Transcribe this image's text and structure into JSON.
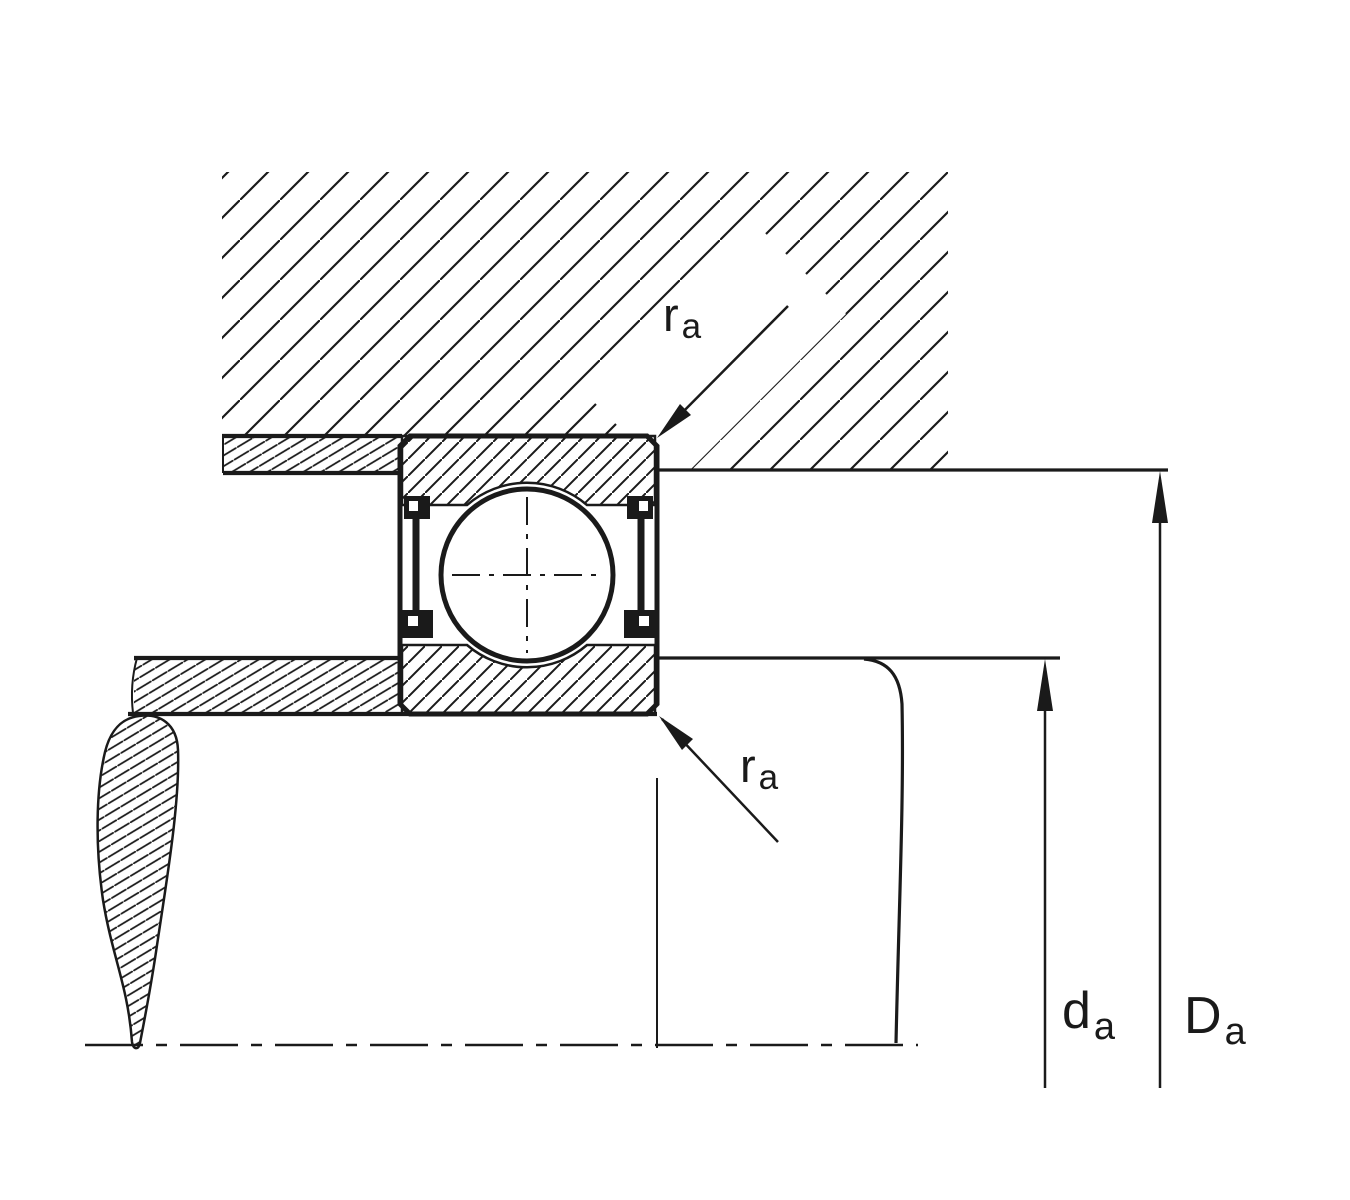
{
  "colors": {
    "ink": "#1a1a1a",
    "paper": "#ffffff"
  },
  "labels": {
    "ra_top": {
      "base": "r",
      "sub": "a"
    },
    "ra_bottom": {
      "base": "r",
      "sub": "a"
    },
    "da": {
      "base": "d",
      "sub": "a"
    },
    "Da": {
      "base": "D",
      "sub": "a"
    }
  }
}
